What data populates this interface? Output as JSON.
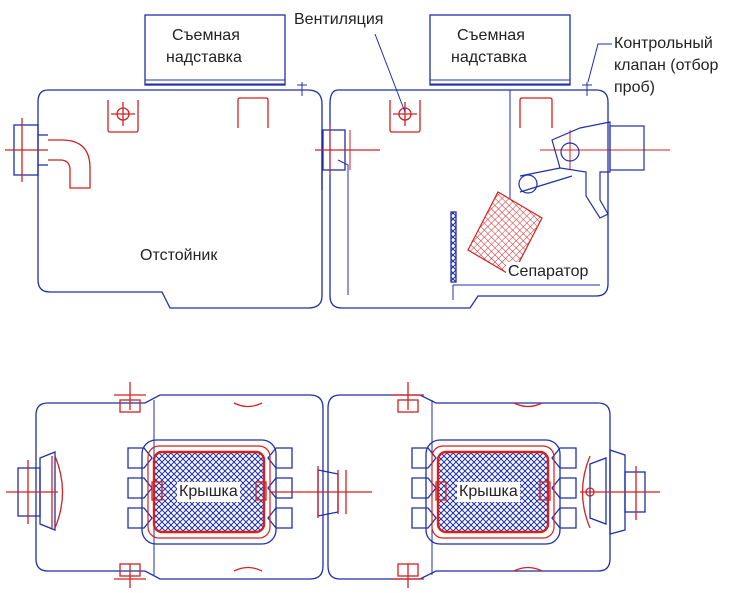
{
  "labels": {
    "extension_left_1": "Съемная",
    "extension_left_2": "надставка",
    "extension_right_1": "Съемная",
    "extension_right_2": "надставка",
    "ventilation": "Вентиляция",
    "valve_1": "Контрольный",
    "valve_2": "клапан (отбор",
    "valve_3": "проб)",
    "settler": "Отстойник",
    "separator": "Сепаратор",
    "cover_left": "Крышка",
    "cover_right": "Крышка"
  },
  "colors": {
    "outline": "#1f2fa8",
    "accent": "#d42020",
    "text": "#222222",
    "background": "#ffffff"
  }
}
